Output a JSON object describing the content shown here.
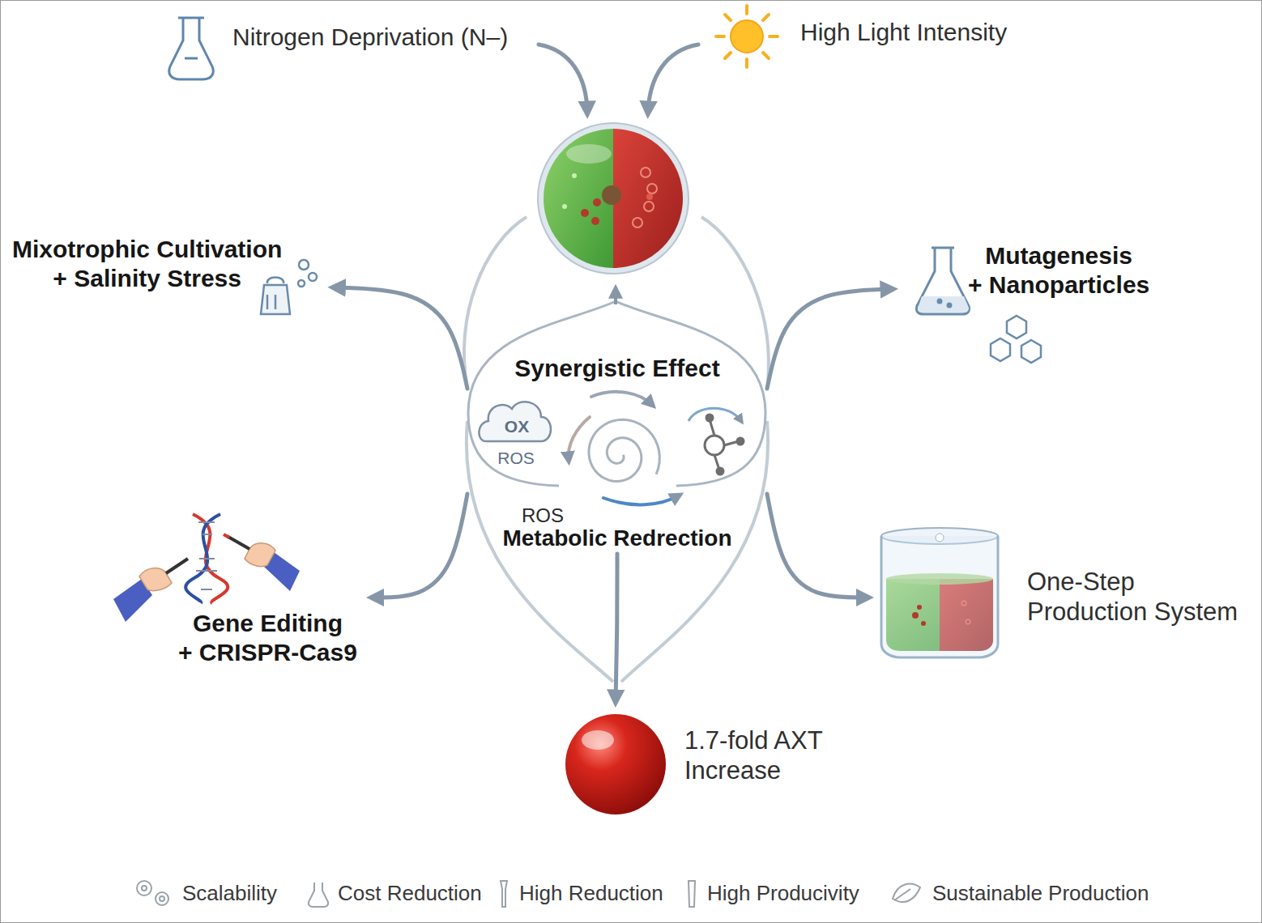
{
  "diagram": {
    "nodes": [
      {
        "text": [
          "Nitrogen Deprivation (N–)"
        ]
      },
      {
        "text": [
          "High Light Intensity"
        ]
      },
      {
        "text": [
          "Synergistic Effect",
          "Metabolic Redrection"
        ]
      },
      {
        "text": [
          "Mixotrophic Cultivation + Salinity Stress"
        ]
      },
      {
        "text": [
          "Mutagenesis + Nanoparticles"
        ]
      },
      {
        "text": [
          "Gene Editing + CRISPR-Cas9"
        ]
      },
      {
        "text": [
          "One-Step Production System"
        ]
      },
      {
        "text": [
          "1.7-fold AXT Increase"
        ]
      }
    ],
    "edges": [
      {
        "from": 2,
        "to": 3,
        "arrow": "to"
      },
      {
        "from": 2,
        "to": 4,
        "arrow": "to"
      },
      {
        "from": 2,
        "to": 5,
        "arrow": "to"
      },
      {
        "from": 2,
        "to": 6,
        "arrow": "to"
      },
      {
        "from": 2,
        "to": 7,
        "arrow": "to"
      }
    ],
    "labels": [
      "OX",
      "ROS",
      "ROS",
      "Scalability",
      "Cost Reduction",
      "High Reduction",
      "High Producivity",
      "Sustainable Production"
    ]
  }
}
